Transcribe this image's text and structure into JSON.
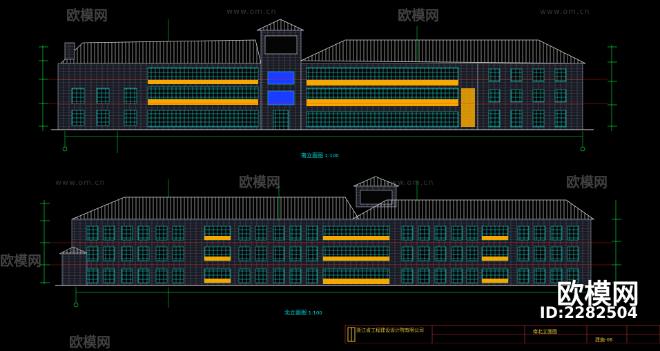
{
  "watermark": {
    "url_text": "www.om.cn",
    "brand_text": "欧模网",
    "big_brand": "欧模网",
    "id_text": "ID:2282504"
  },
  "drawing": {
    "south_elevation_title": "南立面图",
    "south_elevation_scale": "1:100",
    "north_elevation_title": "北立面图",
    "north_elevation_scale": "1:100"
  },
  "title_block": {
    "company": "浙江省工程建设设计院有限公司",
    "sheet_label": "南北立面图",
    "drawing_no": "建施-06"
  },
  "colors": {
    "background": "#000000",
    "roof_line": "#d8d8d8",
    "wall_line": "#9fb0c8",
    "window_cyan": "#22e6e6",
    "railing_yellow": "#f5a800",
    "stair_blue": "#1a3cff",
    "dim_green": "#00ff40",
    "level_red": "#ff2020"
  }
}
